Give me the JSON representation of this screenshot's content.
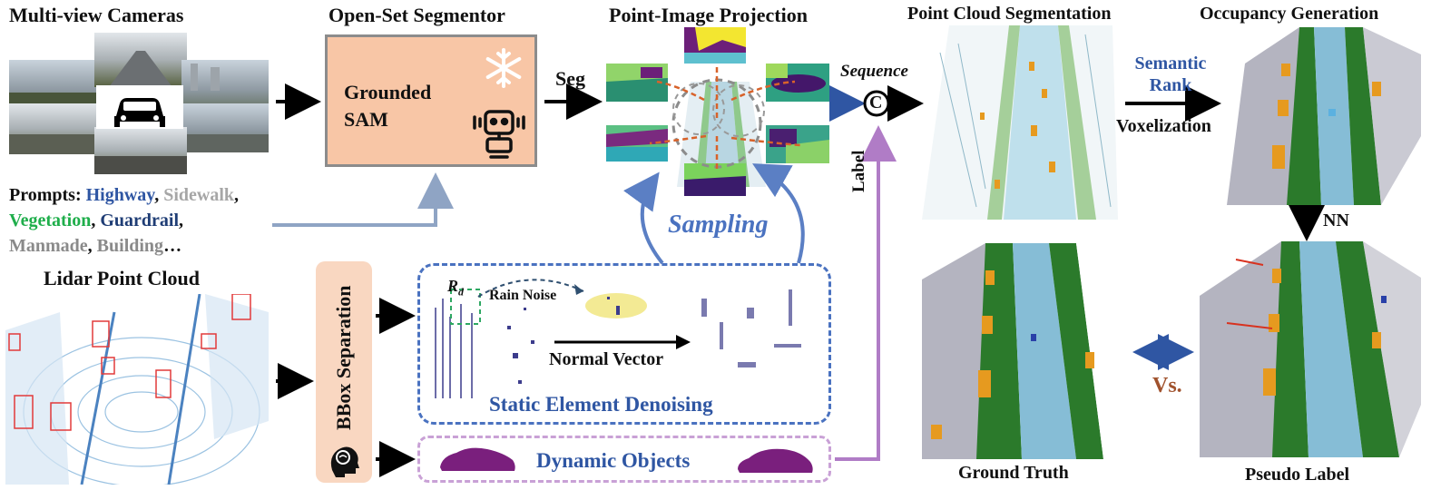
{
  "titles": {
    "multiview": "Multi-view Cameras",
    "segmentor": "Open-Set Segmentor",
    "projection": "Point-Image Projection",
    "pcseg": "Point Cloud Segmentation",
    "occgen": "Occupancy Generation",
    "lidar": "Lidar Point Cloud",
    "ground_truth": "Ground Truth",
    "pseudo_label": "Pseudo Label"
  },
  "segmentor": {
    "line1": "Grounded",
    "line2": "SAM"
  },
  "prompts": {
    "label": "Prompts:",
    "items": [
      {
        "text": "Highway",
        "color": "#2f56a3"
      },
      {
        "text": "Sidewalk",
        "color": "#a6a6a6"
      },
      {
        "text": "Vegetation",
        "color": "#1fae4b"
      },
      {
        "text": "Guardrail",
        "color": "#1f3d75"
      },
      {
        "text": "Manmade",
        "color": "#8a8a8a"
      },
      {
        "text": "Building",
        "color": "#8a8a8a"
      }
    ],
    "sep": ",",
    "ellipsis": "…"
  },
  "arrows": {
    "seg": "Seg",
    "sequence": "Sequence",
    "concat": "C",
    "label": "Label",
    "semantic_rank": "Semantic Rank",
    "voxelization": "Voxelization",
    "nn": "NN",
    "vs": "Vs.",
    "sampling": "Sampling"
  },
  "denoise": {
    "bbox_separation": "BBox Separation",
    "rd": "R",
    "rd_sub": "d",
    "rain_noise": "Rain Noise",
    "normal_vector": "Normal Vector",
    "static_title": "Static Element Denoising",
    "dynamic_title": "Dynamic Objects"
  },
  "colors": {
    "road": "#86bdd6",
    "vegetation": "#2b7a2b",
    "car": "#e69a1f",
    "manmade": "#b4b4c0",
    "dynamic": "#7a1f7d",
    "flow_blue": "#2f56a3",
    "purple_line": "#b07cc6",
    "orange_dash": "#d8622a"
  }
}
